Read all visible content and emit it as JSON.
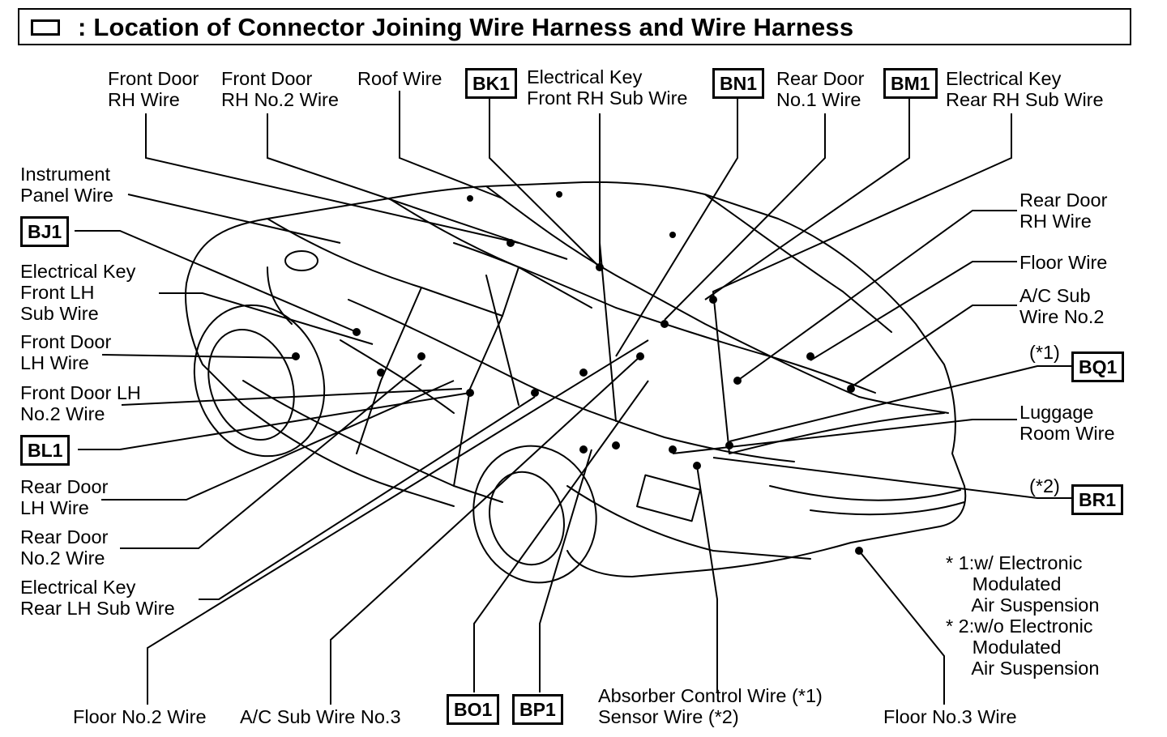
{
  "title": ": Location of Connector Joining Wire Harness and Wire Harness",
  "labels": {
    "front_door_rh_wire": "Front Door\nRH Wire",
    "front_door_rh_no2_wire": "Front Door\nRH No.2 Wire",
    "roof_wire": "Roof Wire",
    "electrical_key_front_rh_sub_wire": "Electrical Key\nFront RH Sub Wire",
    "rear_door_no1_wire": "Rear Door\nNo.1 Wire",
    "electrical_key_rear_rh_sub_wire": "Electrical Key\nRear RH Sub Wire",
    "instrument_panel_wire": "Instrument\nPanel Wire",
    "rear_door_rh_wire": "Rear Door\nRH Wire",
    "floor_wire": "Floor Wire",
    "ac_sub_wire_no2": "A/C Sub\nWire No.2",
    "electrical_key_front_lh_sub_wire": "Electrical Key\nFront LH\nSub Wire",
    "front_door_lh_wire": "Front Door\nLH Wire",
    "front_door_lh_no2_wire": "Front Door LH\nNo.2 Wire",
    "luggage_room_wire": "Luggage\nRoom Wire",
    "rear_door_lh_wire": "Rear Door\nLH Wire",
    "rear_door_no2_wire": "Rear Door\nNo.2 Wire",
    "electrical_key_rear_lh_sub_wire": "Electrical Key\nRear LH Sub Wire",
    "floor_no2_wire": "Floor No.2 Wire",
    "ac_sub_wire_no3": "A/C Sub Wire No.3",
    "absorber_sensor_wire": "Absorber Control Wire (*1)\nSensor Wire (*2)",
    "floor_no3_wire": "Floor No.3 Wire",
    "star1": "(*1)",
    "star2": "(*2)"
  },
  "codes": {
    "bk1": "BK1",
    "bn1": "BN1",
    "bm1": "BM1",
    "bj1": "BJ1",
    "bl1": "BL1",
    "bq1": "BQ1",
    "br1": "BR1",
    "bo1": "BO1",
    "bp1": "BP1"
  },
  "notes": {
    "note1": "* 1:w/ Electronic\n     Modulated\n     Air Suspension",
    "note2": "* 2:w/o Electronic\n     Modulated\n     Air Suspension"
  }
}
